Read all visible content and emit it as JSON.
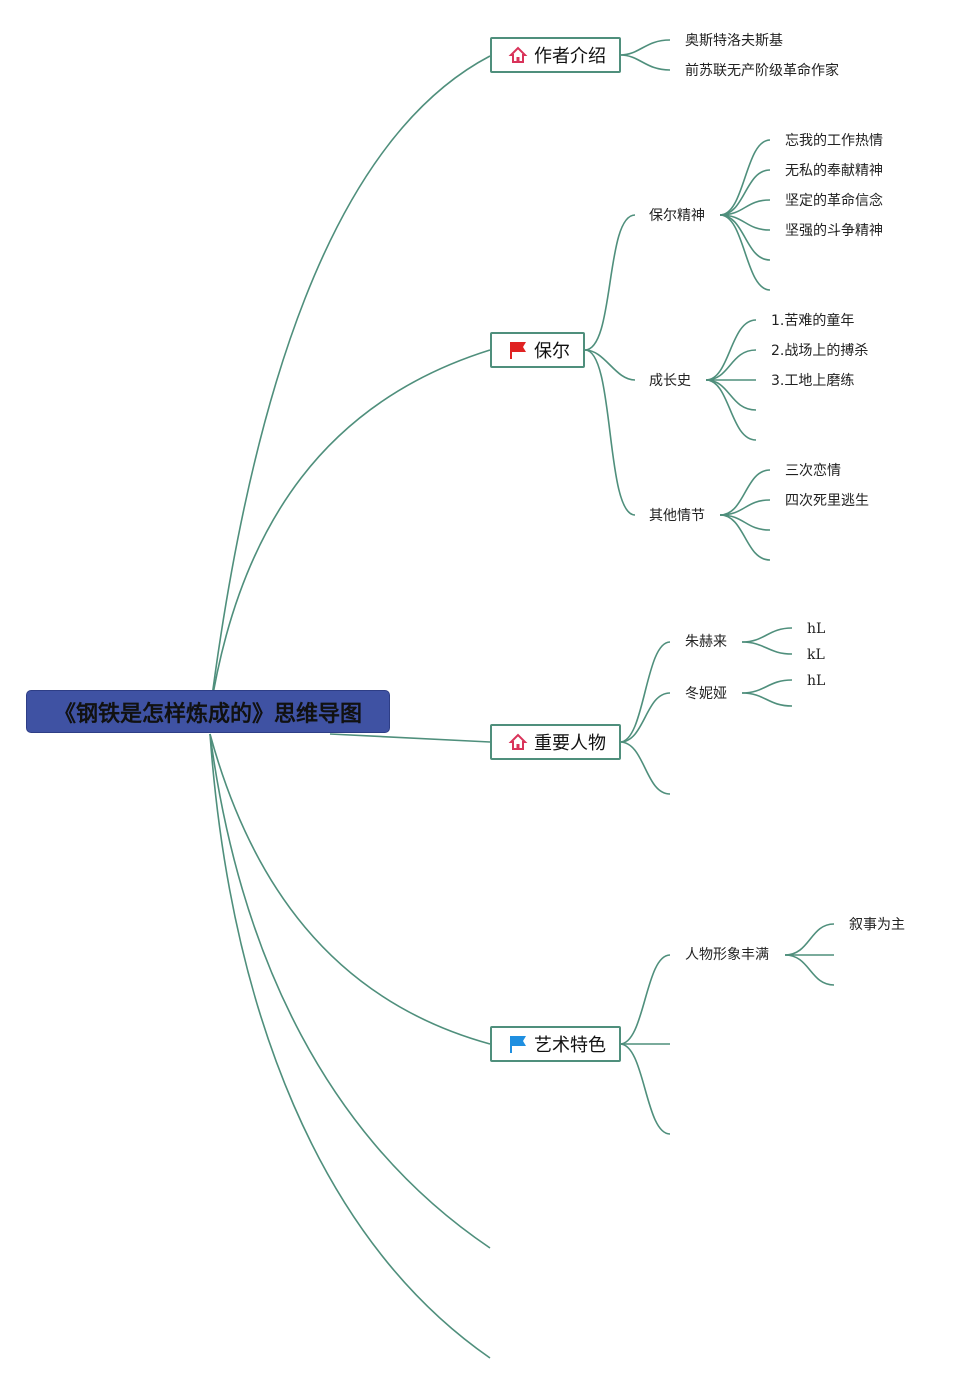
{
  "title": "《钢铁是怎样炼成的》思维导图",
  "branches": {
    "author": {
      "label": "作者介绍",
      "icon": "house-icon",
      "items": [
        "奥斯特洛夫斯基",
        "前苏联无产阶级革命作家"
      ]
    },
    "paul": {
      "label": "保尔",
      "icon": "red-flag-icon",
      "spirit": {
        "label": "保尔精神",
        "items": [
          "忘我的工作热情",
          "无私的奉献精神",
          "坚定的革命信念",
          "坚强的斗争精神"
        ]
      },
      "growth": {
        "label": "成长史",
        "items": [
          "1.苦难的童年",
          "2.战场上的搏杀",
          "3.工地上磨练"
        ]
      },
      "other": {
        "label": "其他情节",
        "items": [
          "三次恋情",
          "四次死里逃生"
        ]
      }
    },
    "people": {
      "label": "重要人物",
      "icon": "house-icon",
      "zhu": {
        "label": "朱赫来",
        "items": [
          "hL",
          "kL"
        ]
      },
      "dong": {
        "label": "冬妮娅",
        "items": [
          "hL"
        ]
      }
    },
    "art": {
      "label": "艺术特色",
      "icon": "blue-flag-icon",
      "character": {
        "label": "人物形象丰满",
        "items": [
          "叙事为主"
        ]
      }
    }
  },
  "colors": {
    "line": "#4f8f7c",
    "root_fill": "#3f52a3",
    "house_icon": "#d9335a",
    "red_flag": "#e02222",
    "blue_flag": "#1f8fe0"
  }
}
